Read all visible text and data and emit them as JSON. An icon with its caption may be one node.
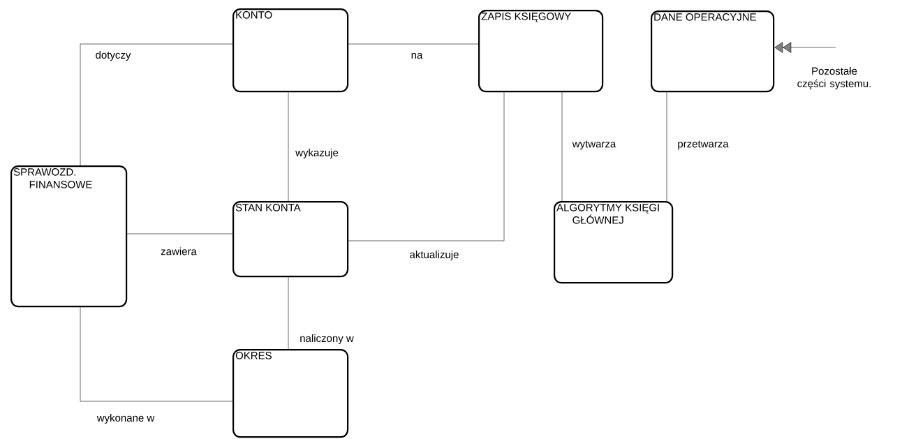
{
  "diagram": {
    "nodes": [
      {
        "text": [
          "KONTO"
        ]
      },
      {
        "text": [
          "ZAPIS KSIĘGOWY"
        ]
      },
      {
        "text": [
          "DANE OPERACYJNE"
        ]
      },
      {
        "text": [
          "SPRAWOZD. FINANSOWE"
        ]
      },
      {
        "text": [
          "STAN KONTA"
        ]
      },
      {
        "text": [
          "ALGORYTMY KSIĘGI GŁÓWNEJ"
        ]
      },
      {
        "text": [
          "OKRES"
        ]
      }
    ],
    "edges": [
      {
        "from": 0,
        "to": 3,
        "arrow": "none",
        "label": "dotyczy"
      },
      {
        "from": 0,
        "to": 1,
        "arrow": "none",
        "label": "na"
      },
      {
        "from": 0,
        "to": 4,
        "arrow": "none",
        "label": "wykazuje"
      },
      {
        "from": 3,
        "to": 4,
        "arrow": "none",
        "label": "zawiera"
      },
      {
        "from": 4,
        "to": 1,
        "arrow": "none",
        "label": "aktualizuje"
      },
      {
        "from": 1,
        "to": 5,
        "arrow": "none",
        "label": "wytwarza"
      },
      {
        "from": 2,
        "to": 5,
        "arrow": "none",
        "label": "przetwarza"
      },
      {
        "from": 4,
        "to": 6,
        "arrow": "none",
        "label": "naliczony w"
      },
      {
        "from": 3,
        "to": 6,
        "arrow": "none",
        "label": "wykonane w"
      },
      {
        "from": null,
        "to": 2,
        "arrow": "to",
        "label": "Pozostałe części systemu."
      }
    ]
  }
}
